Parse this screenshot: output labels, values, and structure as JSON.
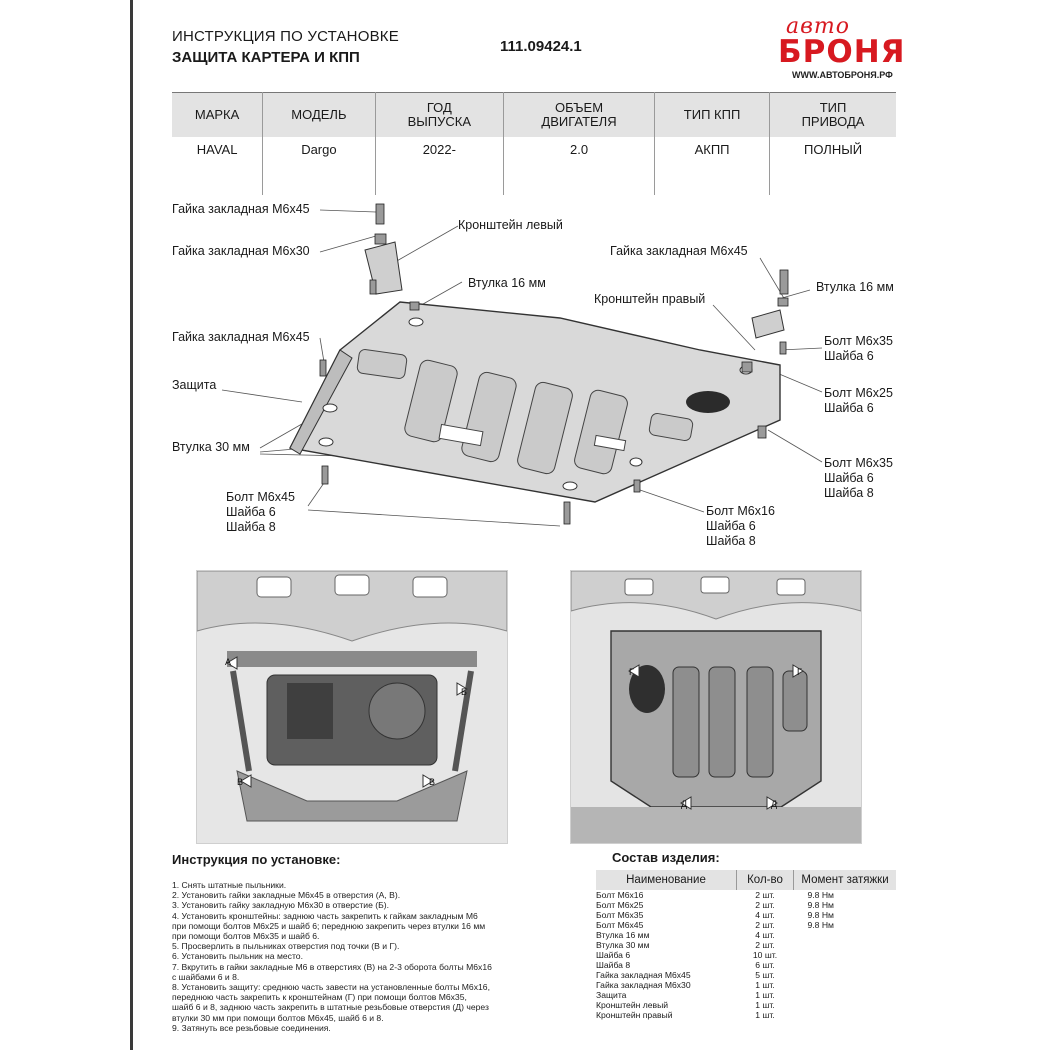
{
  "header": {
    "title_line1": "ИНСТРУКЦИЯ ПО УСТАНОВКЕ",
    "title_line2": "ЗАЩИТА КАРТЕРА И КПП",
    "part_number": "111.09424.1"
  },
  "logo": {
    "script": "авто",
    "word": "БРОНЯ",
    "url": "WWW.АВТОБРОНЯ.РФ",
    "color": "#d71920"
  },
  "spec_table": {
    "headers": [
      "МАРКА",
      "МОДЕЛЬ",
      "ГОД\nВЫПУСКА",
      "ОБЪЕМ\nДВИГАТЕЛЯ",
      "ТИП КПП",
      "ТИП\nПРИВОДА"
    ],
    "row": [
      "HAVAL",
      "Dargo",
      "2022-",
      "2.0",
      "АКПП",
      "ПОЛНЫЙ"
    ]
  },
  "diagram_labels": {
    "nut_m6x45_top": "Гайка закладная М6х45",
    "nut_m6x30": "Гайка закладная М6х30",
    "bracket_left": "Кронштейн левый",
    "bushing_16_left": "Втулка 16 мм",
    "nut_m6x45_right": "Гайка закладная М6х45",
    "bushing_16_right": "Втулка 16 мм",
    "bracket_right": "Кронштейн правый",
    "nut_m6x45_left": "Гайка закладная М6х45",
    "bolt_m6x35_a": "Болт М6х35\nШайба 6",
    "protection": "Защита",
    "bolt_m6x25": "Болт М6х25\nШайба 6",
    "bushing_30": "Втулка 30 мм",
    "bolt_m6x35_b": "Болт М6х35\nШайба 6\nШайба 8",
    "bolt_m6x45": "Болт М6х45\nШайба 6\nШайба 8",
    "bolt_m6x16": "Болт М6х16\nШайба 6\nШайба 8"
  },
  "photo_marks": {
    "left": [
      "А",
      "Б",
      "В",
      "В"
    ],
    "right": [
      "Г",
      "Г",
      "Д",
      "Д"
    ]
  },
  "instructions": {
    "title": "Инструкция по установке:",
    "steps": "1. Снять штатные пыльники.\n2. Установить гайки закладные М6х45 в отверстия (А, В).\n3. Установить гайку закладную М6х30 в отверстие (Б).\n4. Установить кронштейны: заднюю часть закрепить к гайкам закладным М6\nпри помощи болтов М6х25 и шайб 6; переднюю закрепить через втулки 16 мм\nпри помощи болтов М6х35 и шайб 6.\n5. Просверлить в пыльниках отверстия под точки (В и Г).\n6. Установить пыльник на место.\n7. Вкрутить в гайки закладные М6 в отверстиях (В) на 2-3 оборота болты М6х16\nс шайбами 6 и 8.\n8. Установить защиту: среднюю часть завести на установленные болты М6х16,\nпереднюю часть закрепить к кронштейнам (Г) при помощи болтов М6х35,\nшайб 6 и 8, заднюю часть закрепить в штатные резьбовые отверстия (Д) через\nвтулки 30 мм при помощи болтов М6х45, шайб 6 и 8.\n9. Затянуть все резьбовые соединения."
  },
  "components": {
    "title": "Состав изделия:",
    "headers": [
      "Наименование",
      "Кол-во",
      "Момент затяжки"
    ],
    "rows": [
      [
        "Болт М6х16",
        "2 шт.",
        "9.8 Нм"
      ],
      [
        "Болт М6х25",
        "2 шт.",
        "9.8 Нм"
      ],
      [
        "Болт М6х35",
        "4 шт.",
        "9.8 Нм"
      ],
      [
        "Болт М6х45",
        "2 шт.",
        "9.8 Нм"
      ],
      [
        "Втулка 16 мм",
        "4 шт.",
        ""
      ],
      [
        "Втулка 30 мм",
        "2 шт.",
        ""
      ],
      [
        "Шайба 6",
        "10 шт.",
        ""
      ],
      [
        "Шайба 8",
        "6 шт.",
        ""
      ],
      [
        "Гайка закладная М6х45",
        "5 шт.",
        ""
      ],
      [
        "Гайка закладная М6х30",
        "1 шт.",
        ""
      ],
      [
        "Защита",
        "1 шт.",
        ""
      ],
      [
        "Кронштейн левый",
        "1 шт.",
        ""
      ],
      [
        "Кронштейн правый",
        "1 шт.",
        ""
      ]
    ]
  }
}
